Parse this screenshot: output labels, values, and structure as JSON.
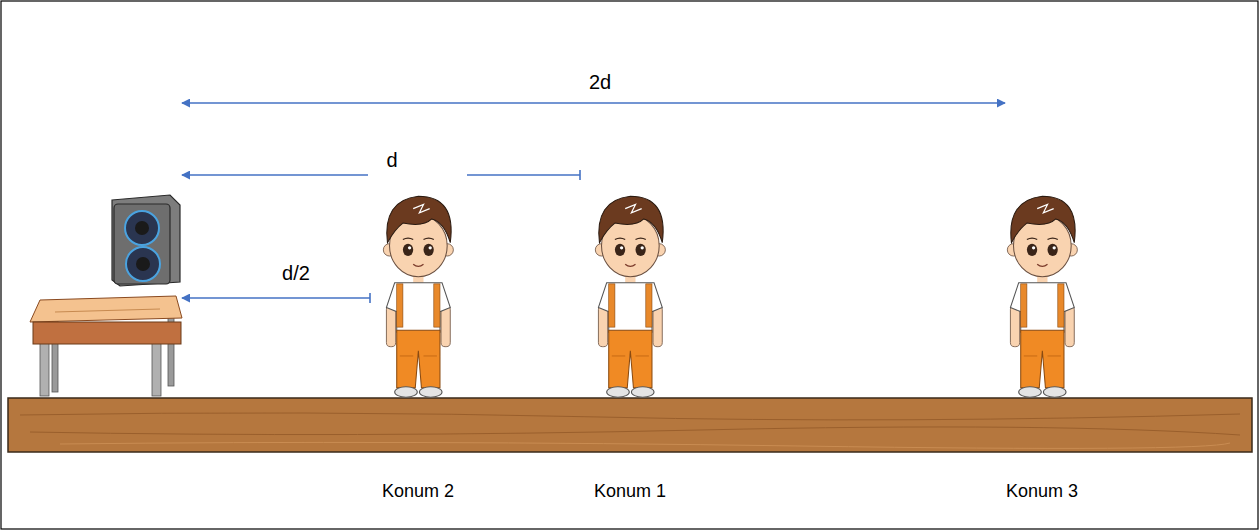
{
  "diagram": {
    "labels": [
      "2d",
      "d",
      "d/2",
      "Konum 2",
      "Konum 1",
      "Konum 3"
    ]
  }
}
